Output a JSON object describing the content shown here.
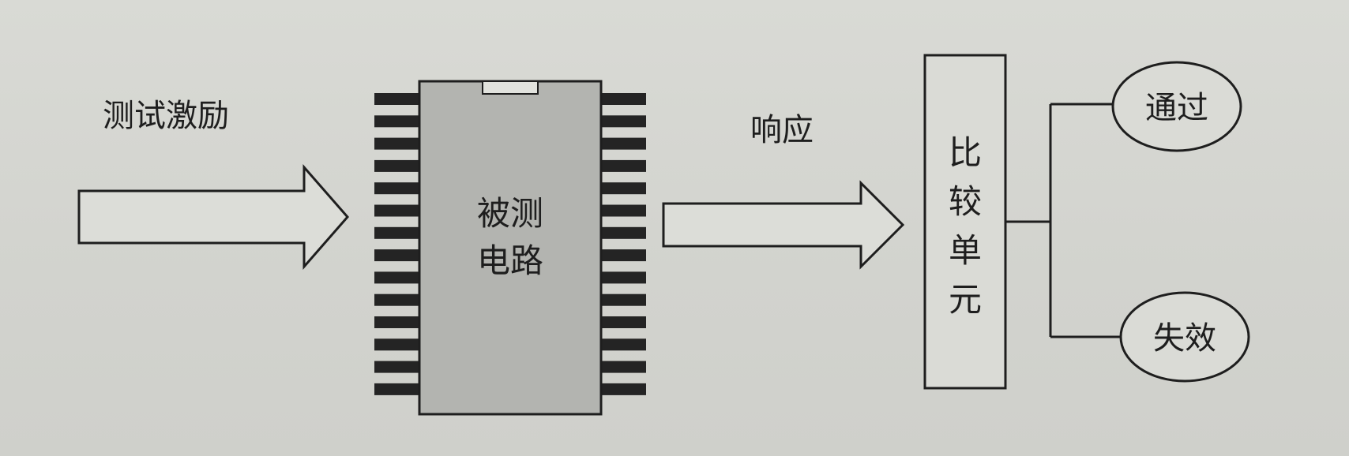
{
  "labels": {
    "stimulus": "测试激励",
    "response": "响应",
    "dut_line1": "被测",
    "dut_line2": "电路",
    "comparator_chars": [
      "比",
      "较",
      "单",
      "元"
    ],
    "pass": "通过",
    "fail": "失效"
  },
  "colors": {
    "background": "#d4d5d0",
    "chip_body": "#b3b4b0",
    "pins": "#242424",
    "stroke": "#1e1e1e",
    "box_fill": "#dadbd6"
  }
}
